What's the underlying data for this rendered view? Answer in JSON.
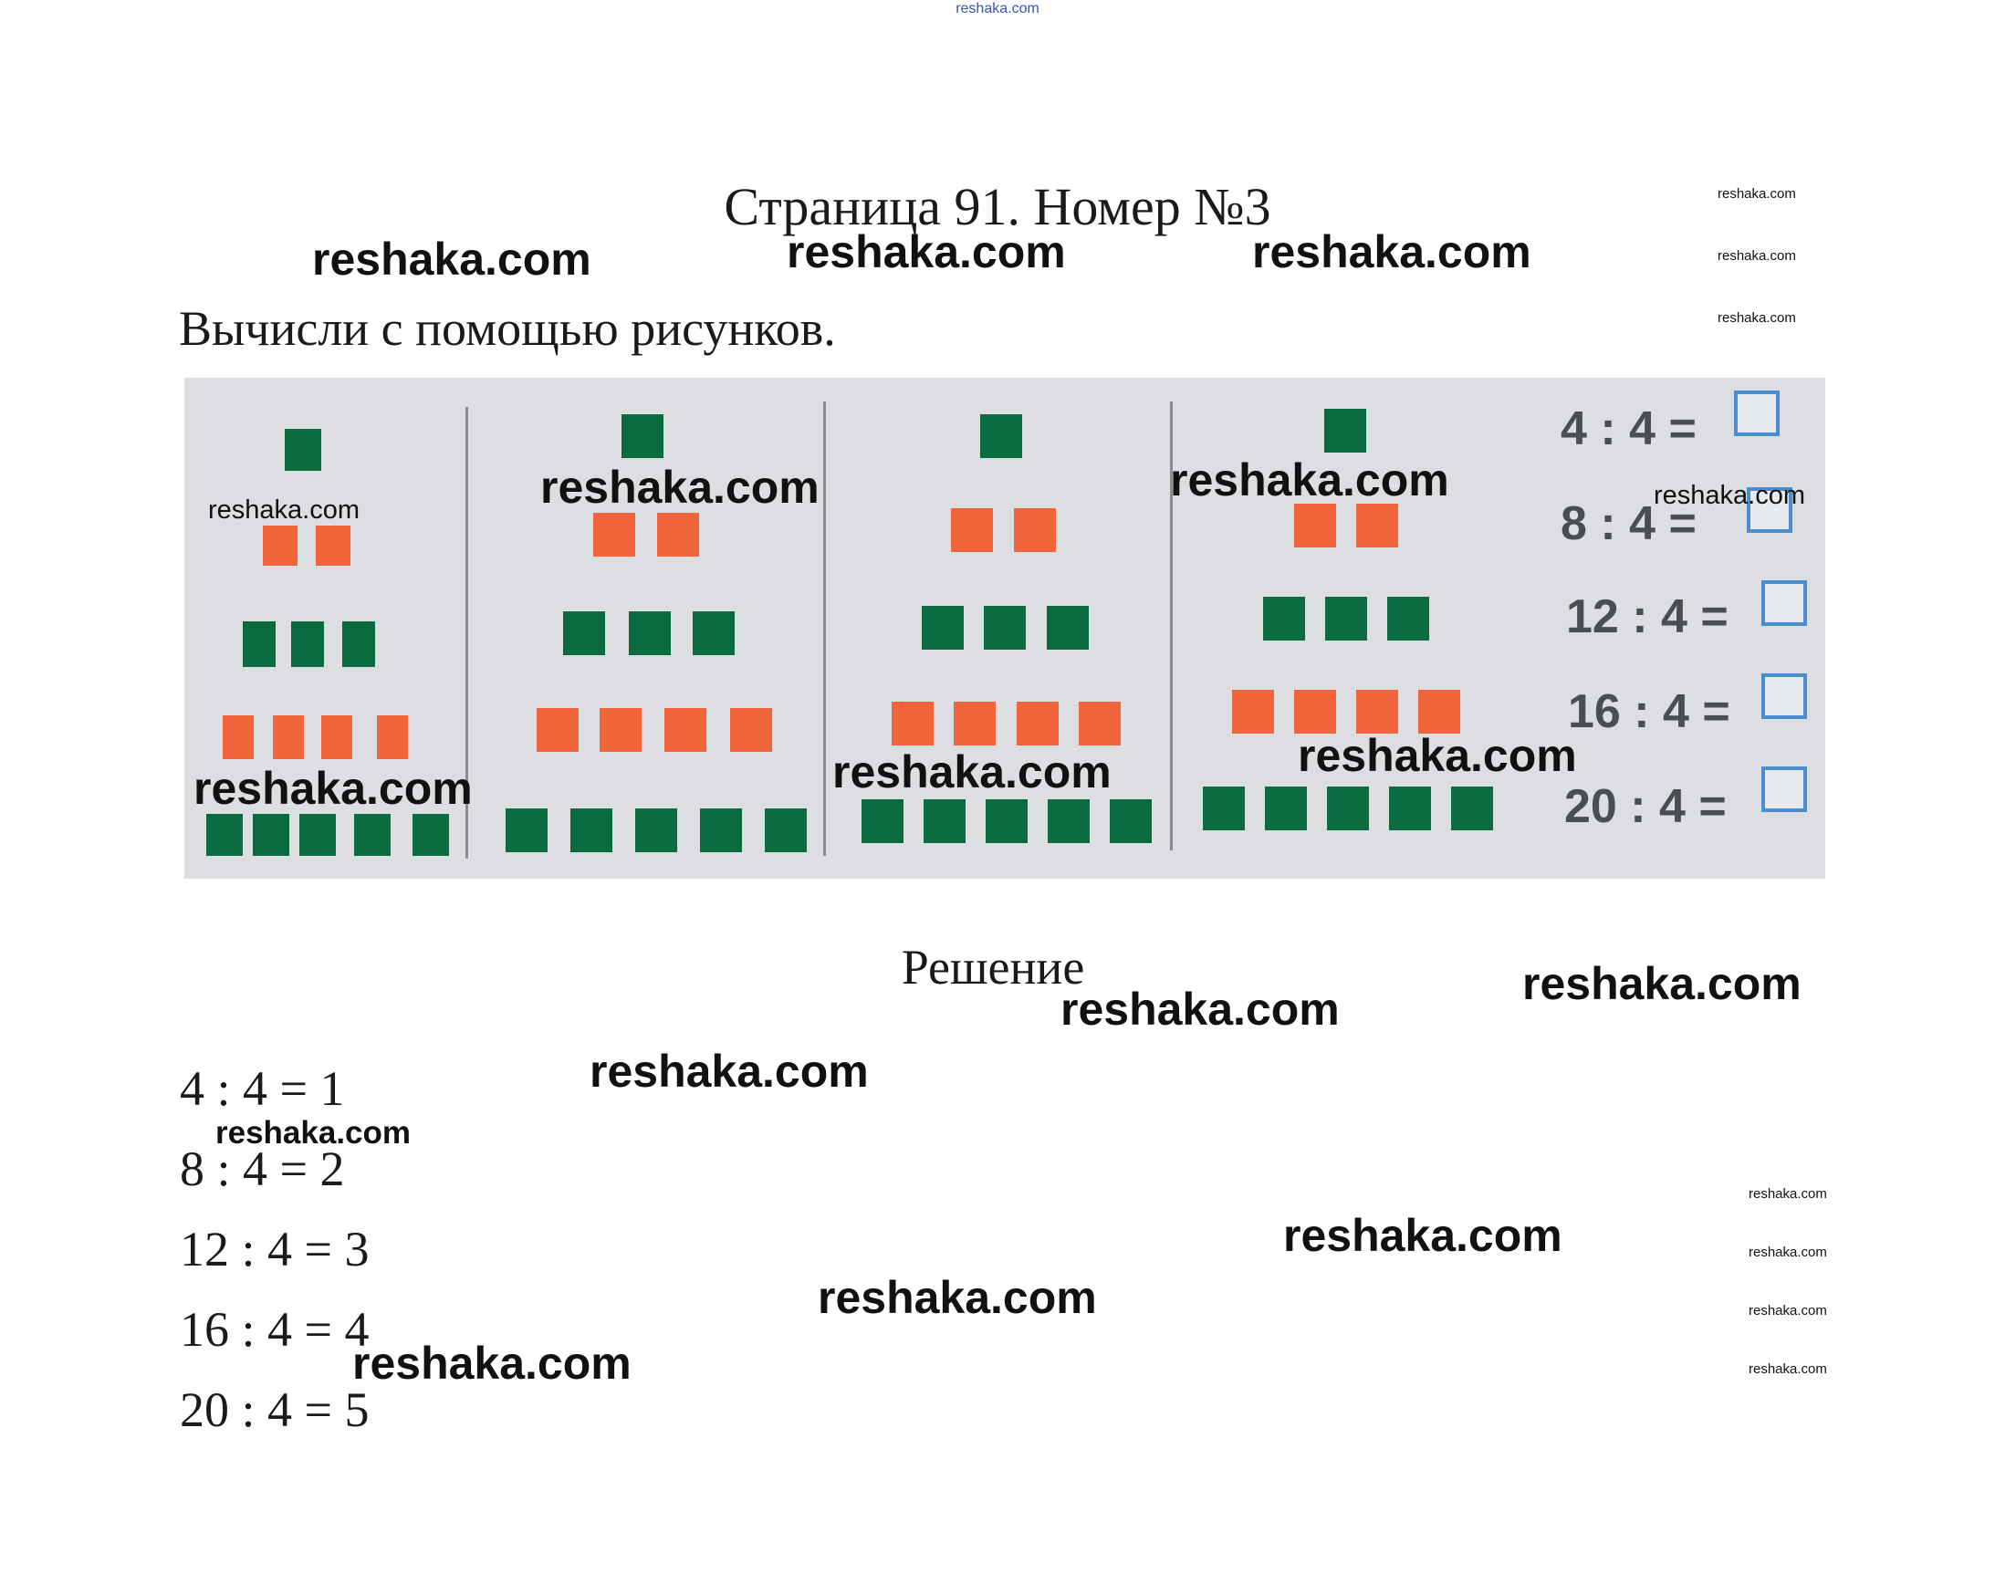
{
  "header": {
    "site": "reshaka.com"
  },
  "title": "Страница 91. Номер №3",
  "task": "Вычисли с помощью рисунков.",
  "figure": {
    "equations": [
      "4 : 4 =",
      "8 : 4 =",
      "12 : 4 =",
      "16 : 4 =",
      "20 : 4 ="
    ],
    "colors": {
      "green": "#0a6b3f",
      "orange": "#f0653c",
      "answer_box": "#4a8ed0",
      "background": "#dcdee1"
    }
  },
  "solution_heading": "Решение",
  "answers": [
    "4 : 4 = 1",
    "8 : 4 = 2",
    "12 : 4 = 3",
    "16 : 4 = 4",
    "20 : 4 = 5"
  ],
  "watermark": "reshaka.com"
}
